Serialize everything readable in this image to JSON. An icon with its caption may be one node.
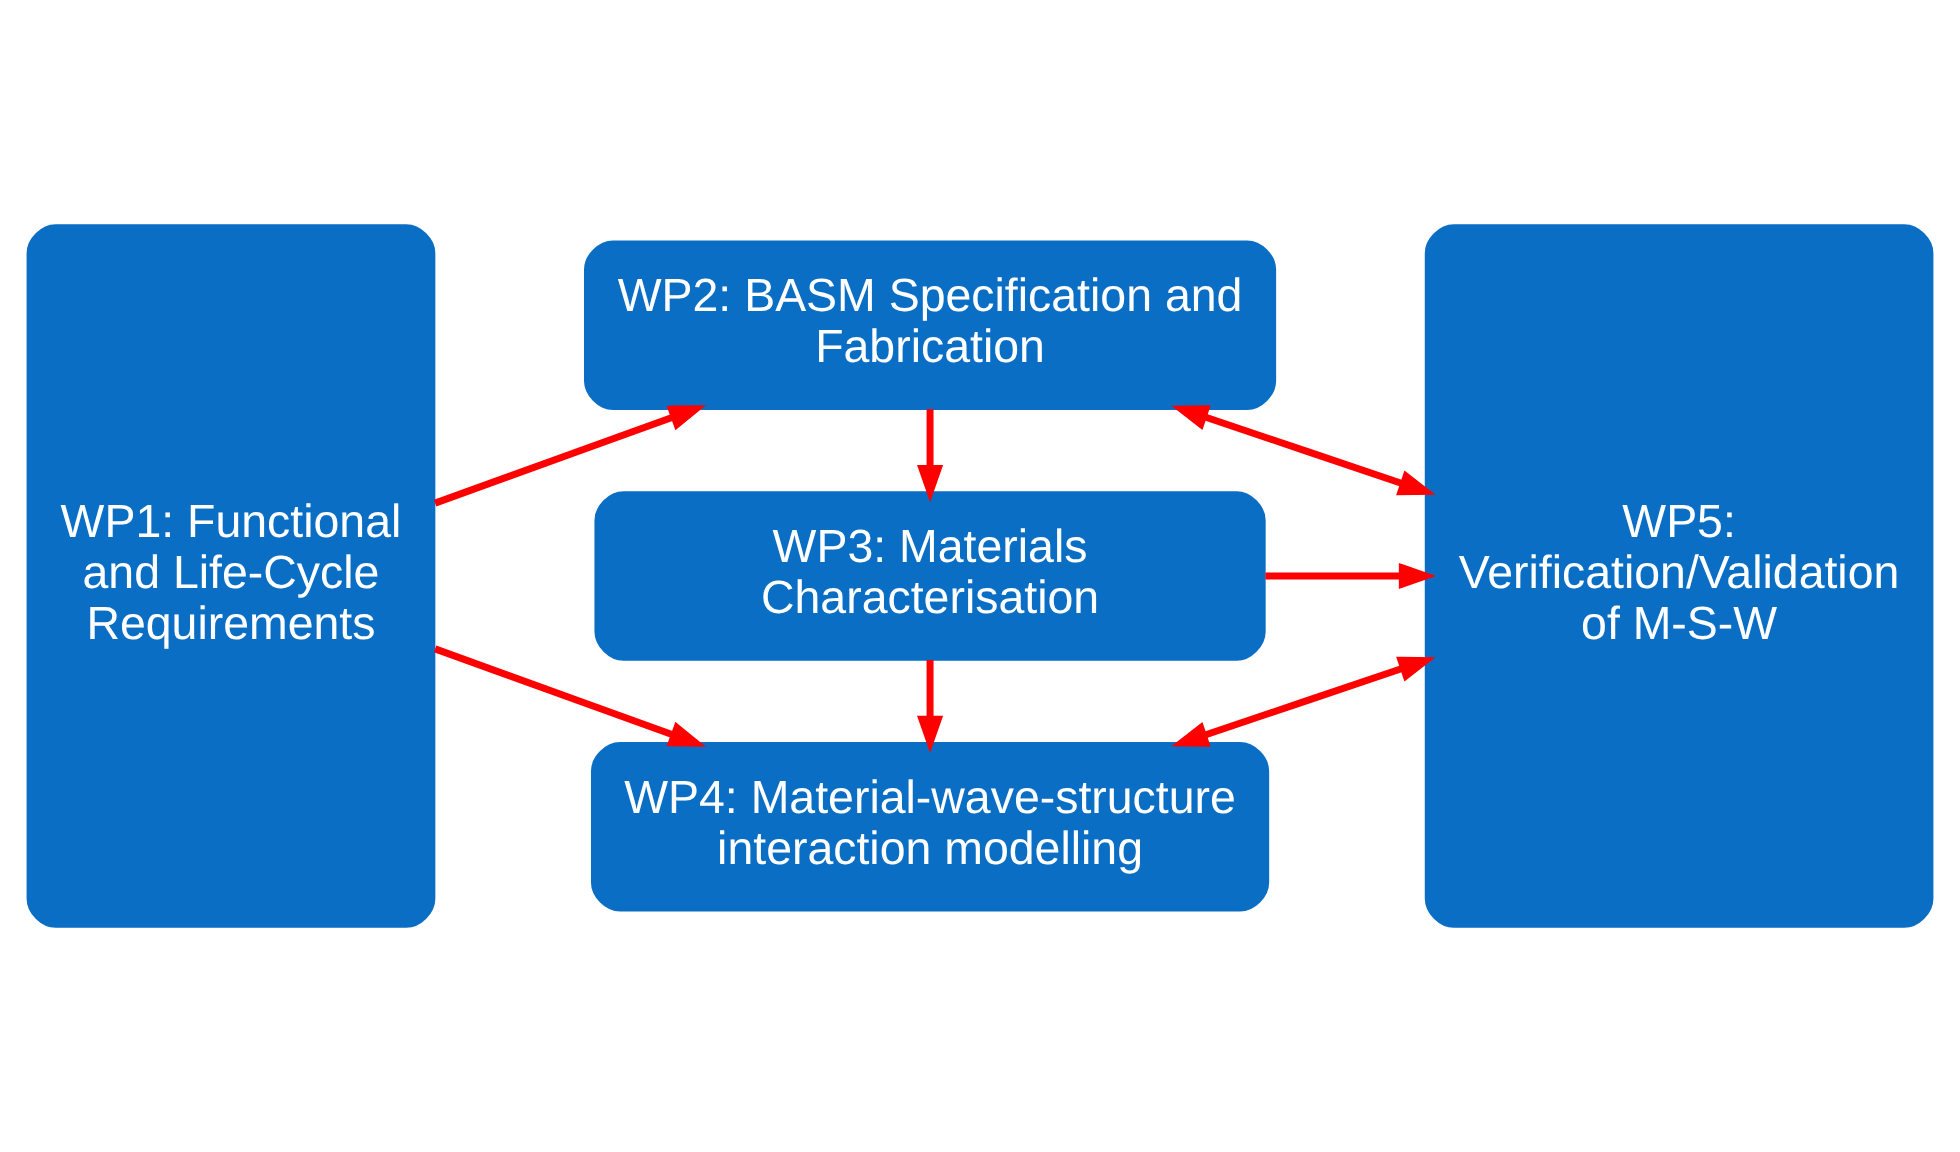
{
  "diagram": {
    "nodes": [
      {
        "text": [
          "WP1: Functional and Life-Cycle Requirements"
        ]
      },
      {
        "text": [
          "WP2: BASM Specification and Fabrication"
        ]
      },
      {
        "text": [
          "WP3: Materials Characterisation"
        ]
      },
      {
        "text": [
          "WP4: Material-wave-structure interaction modelling"
        ]
      },
      {
        "text": [
          "WP5: Verification/Validation of M-S-W"
        ]
      }
    ],
    "edges": [
      {
        "from": 0,
        "to": 1,
        "arrow": "to"
      },
      {
        "from": 1,
        "to": 4,
        "arrow": "both"
      },
      {
        "from": 1,
        "to": 2,
        "arrow": "to"
      },
      {
        "from": 2,
        "to": 4,
        "arrow": "to"
      },
      {
        "from": 2,
        "to": 3,
        "arrow": "to"
      },
      {
        "from": 0,
        "to": 3,
        "arrow": "to"
      },
      {
        "from": 3,
        "to": 4,
        "arrow": "both"
      }
    ]
  }
}
